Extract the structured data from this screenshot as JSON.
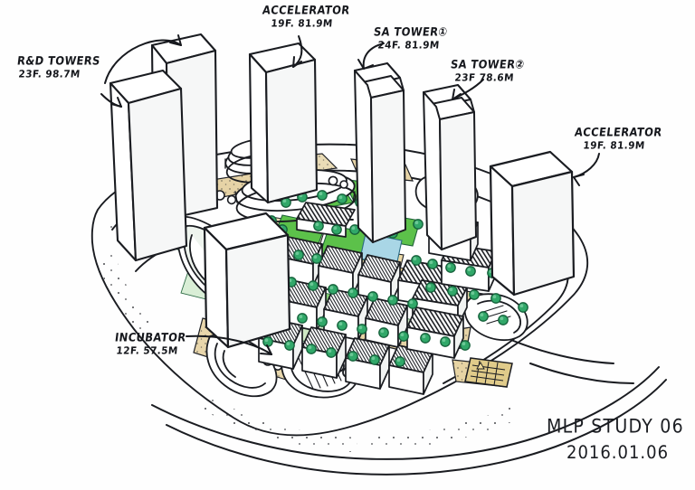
{
  "drawing": {
    "kind": "hand-drawn architectural axonometric masterplan sketch",
    "title_block": {
      "project": "MLP STUDY 06",
      "date": "2016.01.06"
    },
    "palette": {
      "ink": "#17191e",
      "paper": "#fefefe",
      "lawn_green": "#5cc14a",
      "lawn_green_pale": "#cfe8c4",
      "tree_green": "#31a869",
      "tree_green_dark": "#1d7a4a",
      "sand_tan": "#e6d3a6",
      "sand_tan_pale": "#f0e3c4",
      "water_blue": "#a9d6e6",
      "roof_grey": "#f2f4f3"
    },
    "annotations": [
      {
        "id": "rnd-towers",
        "title": "R&D TOWERS",
        "spec": "23F. 98.7M",
        "leader": "double-arrow to two tall towers upper-left"
      },
      {
        "id": "accelerator-top",
        "title": "ACCELERATOR",
        "spec": "19F. 81.9M",
        "leader": "curved arrow down to tower"
      },
      {
        "id": "sa-tower-1",
        "title": "SA TOWER①",
        "spec": "24F. 81.9M",
        "leader": "curved arrow down-left to slab tower"
      },
      {
        "id": "sa-tower-2",
        "title": "SA TOWER②",
        "spec": "23F 78.6M",
        "leader": "curved arrow down-left to slab tower"
      },
      {
        "id": "accelerator-right",
        "title": "ACCELERATOR",
        "spec": "19F. 81.9M",
        "leader": "curved arrow down-left to right-hand tower"
      },
      {
        "id": "incubator",
        "title": "INCUBATOR",
        "spec": "12F. 57.5M",
        "leader": "long line with arrow to lower-left mid-rise block"
      }
    ],
    "program_summary": {
      "rnd_towers": {
        "floors": 23,
        "height_m": 98.7
      },
      "accelerator": {
        "floors": 19,
        "height_m": 81.9
      },
      "sa_tower_1": {
        "floors": 24,
        "height_m": 81.9
      },
      "sa_tower_2": {
        "floors": 23,
        "height_m": 78.6
      },
      "incubator": {
        "floors": 12,
        "height_m": 57.5
      }
    }
  }
}
